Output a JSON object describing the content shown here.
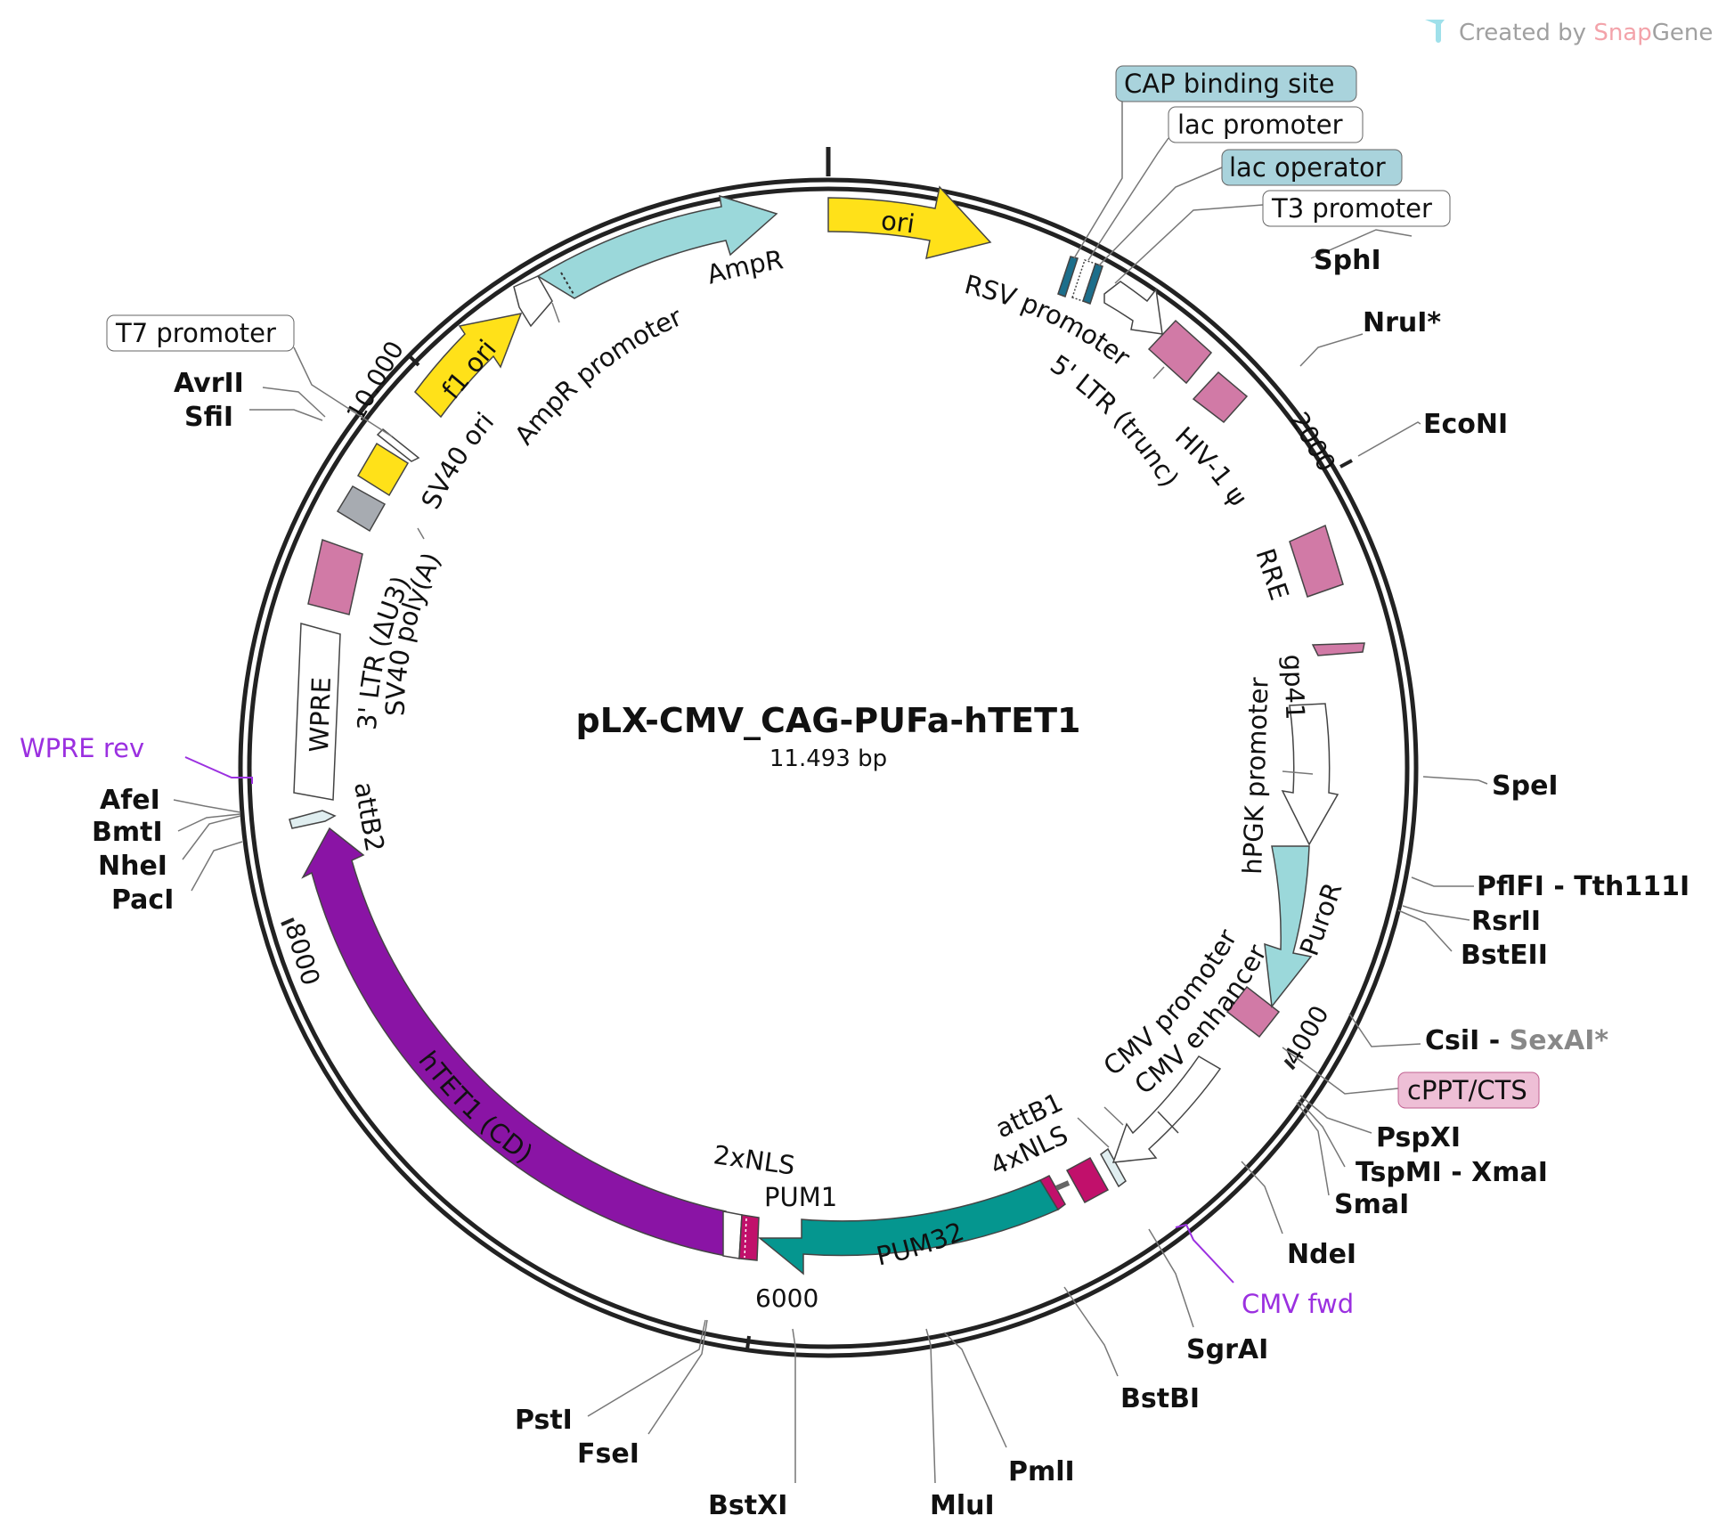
{
  "watermark": {
    "prefix": "Created by ",
    "brand1": "Snap",
    "brand2": "Gene"
  },
  "plasmid": {
    "name": "pLX-CMV_CAG-PUFa-hTET1",
    "size": "11.493 bp"
  },
  "ticks": [
    "2000",
    "4000",
    "6000",
    "8000",
    "10.000"
  ],
  "colors": {
    "yellow": "#ffe119",
    "cyan": "#9bd8da",
    "pink": "#d17aa6",
    "gray": "#a7abb1",
    "purple": "#8a14a5",
    "teal": "#05968f",
    "magenta": "#c1106b",
    "violet": "#9b30e0",
    "capbox": "#a9d3dc",
    "cpptbox": "#eebfd6",
    "nrugray": "#888888"
  },
  "features": [
    {
      "name": "ori"
    },
    {
      "name": "AmpR"
    },
    {
      "name": "AmpR promoter"
    },
    {
      "name": "f1 ori"
    },
    {
      "name": "SV40 ori"
    },
    {
      "name": "SV40 poly(A)"
    },
    {
      "name": "3' LTR (ΔU3)"
    },
    {
      "name": "WPRE"
    },
    {
      "name": "attB2"
    },
    {
      "name": "hTET1 (CD)"
    },
    {
      "name": "2xNLS"
    },
    {
      "name": "PUM1"
    },
    {
      "name": "PUM32"
    },
    {
      "name": "4xNLS"
    },
    {
      "name": "attB1"
    },
    {
      "name": "CMV enhancer"
    },
    {
      "name": "CMV promoter"
    },
    {
      "name": "PuroR"
    },
    {
      "name": "hPGK promoter"
    },
    {
      "name": "gp41"
    },
    {
      "name": "RRE"
    },
    {
      "name": "HIV-1 ψ"
    },
    {
      "name": "5' LTR (trunc)"
    },
    {
      "name": "RSV promoter"
    }
  ],
  "boxed_labels": [
    {
      "text": "CAP binding site"
    },
    {
      "text": "lac promoter"
    },
    {
      "text": "lac operator"
    },
    {
      "text": "T3 promoter"
    },
    {
      "text": "T7 promoter"
    },
    {
      "text": "cPPT/CTS"
    }
  ],
  "sites": [
    {
      "text": "SphI"
    },
    {
      "text": "NruI*"
    },
    {
      "text": "EcoNI"
    },
    {
      "text": "SpeI"
    },
    {
      "text": "PflFI - Tth111I"
    },
    {
      "text": "RsrII"
    },
    {
      "text": "BstEII"
    },
    {
      "text": "CsiI - "
    },
    {
      "text": "SexAI*"
    },
    {
      "text": "PspXI"
    },
    {
      "text": "TspMI - XmaI"
    },
    {
      "text": "SmaI"
    },
    {
      "text": "NdeI"
    },
    {
      "text": "SgrAI"
    },
    {
      "text": "BstBI"
    },
    {
      "text": "PmlI"
    },
    {
      "text": "MluI"
    },
    {
      "text": "BstXI"
    },
    {
      "text": "FseI"
    },
    {
      "text": "PstI"
    },
    {
      "text": "AvrII"
    },
    {
      "text": "SfiI"
    },
    {
      "text": "AfeI"
    },
    {
      "text": "BmtI"
    },
    {
      "text": "NheI"
    },
    {
      "text": "PacI"
    }
  ],
  "primers": [
    {
      "text": "WPRE rev"
    },
    {
      "text": "CMV fwd"
    }
  ]
}
